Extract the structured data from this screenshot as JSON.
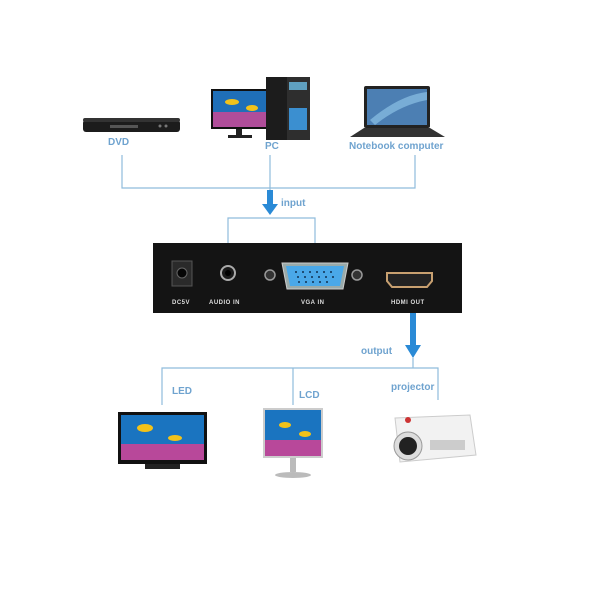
{
  "inputs": [
    {
      "label": "DVD"
    },
    {
      "label": "PC"
    },
    {
      "label": "Notebook computer"
    }
  ],
  "input_label": "input",
  "device": {
    "ports": [
      "DC5V",
      "AUDIO IN",
      "VGA IN",
      "HDMI OUT"
    ]
  },
  "output_label": "output",
  "outputs": [
    {
      "label": "LED"
    },
    {
      "label": "LCD"
    },
    {
      "label": "projector"
    }
  ],
  "colors": {
    "line": "#8fbcdc",
    "arrow": "#2a8ad6",
    "label": "#6fa3cf",
    "device": "#141414"
  }
}
